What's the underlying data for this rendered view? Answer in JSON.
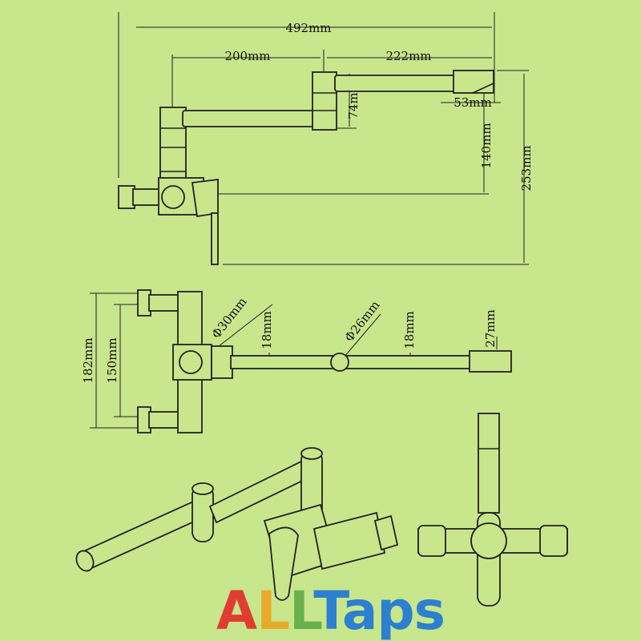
{
  "dimensions": {
    "total_width": "492mm",
    "arm1": "200mm",
    "arm2": "222mm",
    "swivel_height": "74mm",
    "spout_tip": "53mm",
    "drop": "140mm",
    "total_height": "253mm",
    "body_diameter": "Φ30mm",
    "arm_diameter": "Φ26mm",
    "arm_thickness_1": "18mm",
    "arm_thickness_2": "18mm",
    "spout_height": "27mm",
    "inlet_span": "182mm",
    "inlet_centres": "150mm"
  },
  "brand": {
    "letters": [
      "A",
      "L",
      "L",
      "T",
      "a",
      "p",
      "s"
    ],
    "colors": [
      "#e03c32",
      "#e8aa2a",
      "#6ab04c",
      "#2d7fd0",
      "#2d7fd0",
      "#2d7fd0",
      "#2d7fd0"
    ]
  },
  "colors": {
    "background": "#c8e68c",
    "ink": "#222222"
  }
}
